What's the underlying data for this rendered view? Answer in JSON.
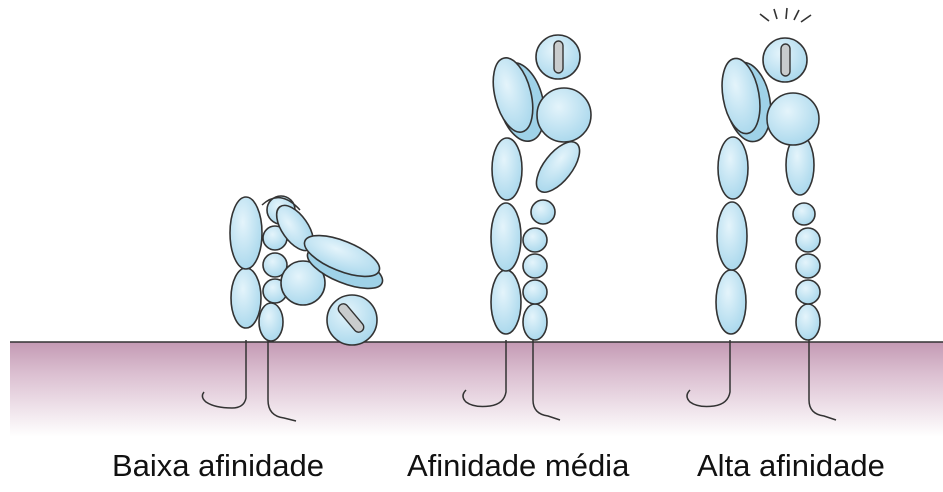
{
  "conformations": [
    {
      "id": "low",
      "label": "Baixa afinidade"
    },
    {
      "id": "medium",
      "label": "Afinidade média"
    },
    {
      "id": "high",
      "label": "Alta afinidade"
    }
  ],
  "colors": {
    "domain_fill": "#bfe3f2",
    "domain_stroke": "#333333",
    "membrane_top": "#b88aa8",
    "membrane_fade": "#ffffff"
  }
}
